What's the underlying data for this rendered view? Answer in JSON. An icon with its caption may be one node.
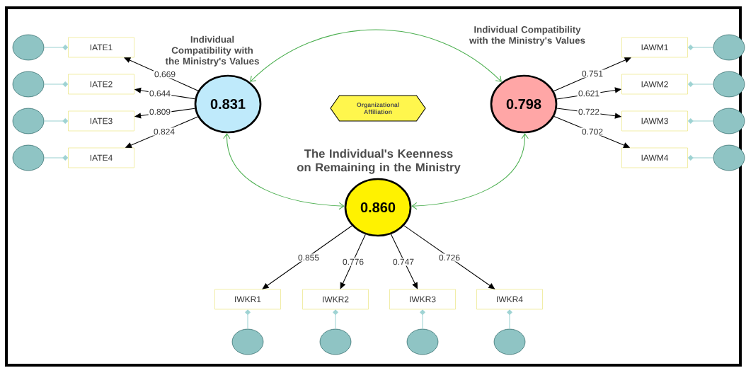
{
  "diagram": {
    "nodes": [
      {
        "text": [
          "0.831"
        ],
        "beside": [
          "Individual Compatibility with the Ministry's Values"
        ]
      },
      {
        "text": [
          "0.798"
        ],
        "beside": [
          "Individual Compatibility with the Ministry's Values"
        ]
      },
      {
        "text": [
          "0.860"
        ],
        "beside": [
          "The Individual's Keenness on Remaining in the Ministry"
        ]
      },
      {
        "text": [
          "Organizational Affiliation"
        ]
      },
      {
        "text": [
          "IATE1"
        ]
      },
      {
        "text": [
          "IATE2"
        ]
      },
      {
        "text": [
          "IATE3"
        ]
      },
      {
        "text": [
          "IATE4"
        ]
      },
      {
        "text": [
          "IAWM1"
        ]
      },
      {
        "text": [
          "IAWM2"
        ]
      },
      {
        "text": [
          "IAWM3"
        ]
      },
      {
        "text": [
          "IAWM4"
        ]
      },
      {
        "text": [
          "IWKR1"
        ]
      },
      {
        "text": [
          "IWKR2"
        ]
      },
      {
        "text": [
          "IWKR3"
        ]
      },
      {
        "text": [
          "IWKR4"
        ]
      },
      {
        "text": [],
        "shape": "circle"
      },
      {
        "text": [],
        "shape": "circle"
      },
      {
        "text": [],
        "shape": "circle"
      },
      {
        "text": [],
        "shape": "circle"
      },
      {
        "text": [],
        "shape": "circle"
      },
      {
        "text": [],
        "shape": "circle"
      },
      {
        "text": [],
        "shape": "circle"
      },
      {
        "text": [],
        "shape": "circle"
      },
      {
        "text": [],
        "shape": "circle"
      },
      {
        "text": [],
        "shape": "circle"
      },
      {
        "text": [],
        "shape": "circle"
      },
      {
        "text": [],
        "shape": "circle"
      }
    ],
    "edges": [
      {
        "from": 0,
        "to": 4,
        "arrow": "to",
        "label": "0.669"
      },
      {
        "from": 0,
        "to": 5,
        "arrow": "to",
        "label": "0.644"
      },
      {
        "from": 0,
        "to": 6,
        "arrow": "to",
        "label": "0.809"
      },
      {
        "from": 0,
        "to": 7,
        "arrow": "to",
        "label": "0.824"
      },
      {
        "from": 1,
        "to": 8,
        "arrow": "to",
        "label": "0.751"
      },
      {
        "from": 1,
        "to": 9,
        "arrow": "to",
        "label": "0.621"
      },
      {
        "from": 1,
        "to": 10,
        "arrow": "to",
        "label": "0.722"
      },
      {
        "from": 1,
        "to": 11,
        "arrow": "to",
        "label": "0.702"
      },
      {
        "from": 2,
        "to": 12,
        "arrow": "to",
        "label": "0.855"
      },
      {
        "from": 2,
        "to": 13,
        "arrow": "to",
        "label": "0.776"
      },
      {
        "from": 2,
        "to": 14,
        "arrow": "to",
        "label": "0.747"
      },
      {
        "from": 2,
        "to": 15,
        "arrow": "to",
        "label": "0.726"
      },
      {
        "from": 0,
        "to": 1,
        "arrow": "both",
        "color": "#4caf50"
      },
      {
        "from": 0,
        "to": 2,
        "arrow": "both",
        "color": "#4caf50"
      },
      {
        "from": 1,
        "to": 2,
        "arrow": "both",
        "color": "#4caf50"
      },
      {
        "from": 16,
        "to": 4,
        "arrow": "other",
        "color": "#9fd3d3"
      },
      {
        "from": 17,
        "to": 5,
        "arrow": "other",
        "color": "#9fd3d3"
      },
      {
        "from": 18,
        "to": 6,
        "arrow": "other",
        "color": "#9fd3d3"
      },
      {
        "from": 19,
        "to": 7,
        "arrow": "other",
        "color": "#9fd3d3"
      },
      {
        "from": 20,
        "to": 8,
        "arrow": "other",
        "color": "#9fd3d3"
      },
      {
        "from": 21,
        "to": 9,
        "arrow": "other",
        "color": "#9fd3d3"
      },
      {
        "from": 22,
        "to": 10,
        "arrow": "other",
        "color": "#9fd3d3"
      },
      {
        "from": 23,
        "to": 11,
        "arrow": "other",
        "color": "#9fd3d3"
      },
      {
        "from": 24,
        "to": 12,
        "arrow": "other",
        "color": "#9fd3d3"
      },
      {
        "from": 25,
        "to": 13,
        "arrow": "other",
        "color": "#9fd3d3"
      },
      {
        "from": 26,
        "to": 14,
        "arrow": "other",
        "color": "#9fd3d3"
      },
      {
        "from": 27,
        "to": 15,
        "arrow": "other",
        "color": "#9fd3d3"
      }
    ]
  }
}
